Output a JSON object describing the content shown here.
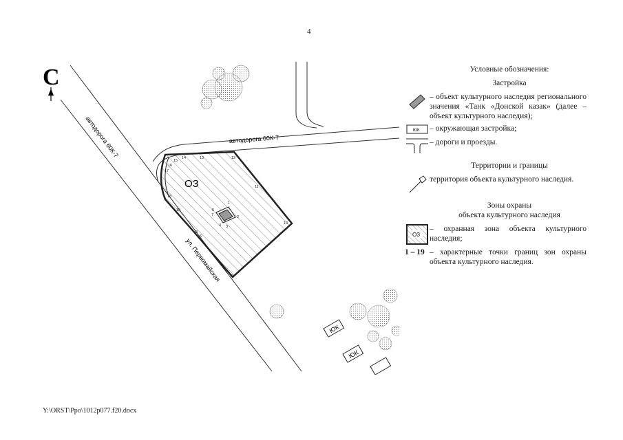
{
  "page_number": "4",
  "map": {
    "north_label": "С",
    "road_label_diagonal": "автодорога 60К-7",
    "road_label_horizontal": "автодорога 60К-7",
    "street_label": "ул. Первомайская",
    "zone_label": "ОЗ",
    "building_label": "ЮК",
    "point_labels": [
      "1",
      "2",
      "3",
      "4",
      "5",
      "6",
      "7",
      "8",
      "9",
      "10",
      "11",
      "12",
      "13",
      "14",
      "15",
      "16",
      "17",
      "18",
      "19"
    ]
  },
  "legend": {
    "title": "Условные обозначения:",
    "section_buildings": "Застройка",
    "item_heritage_object": "– объект культурного наследия регионального значения «Танк «Донской казак» (далее – объект культурного наследия);",
    "item_surrounding_symbol": "ЮК",
    "item_surrounding": "– окружающая застройка;",
    "item_roads": "– дороги и проезды.",
    "section_territories": "Территории и границы",
    "item_territory": "территория объекта культурного наследия.",
    "section_zones_1": "Зоны охраны",
    "section_zones_2": "объекта культурного наследия",
    "item_zone_symbol": "ОЗ",
    "item_zone": "– охранная зона объекта культурного наследия;",
    "item_points_num": "1 – 19",
    "item_points": "– характерные точки границ зон охраны объекта культурного наследия."
  },
  "footer": "Y:\\ORST\\Ppo\\1012p077.f20.docx"
}
